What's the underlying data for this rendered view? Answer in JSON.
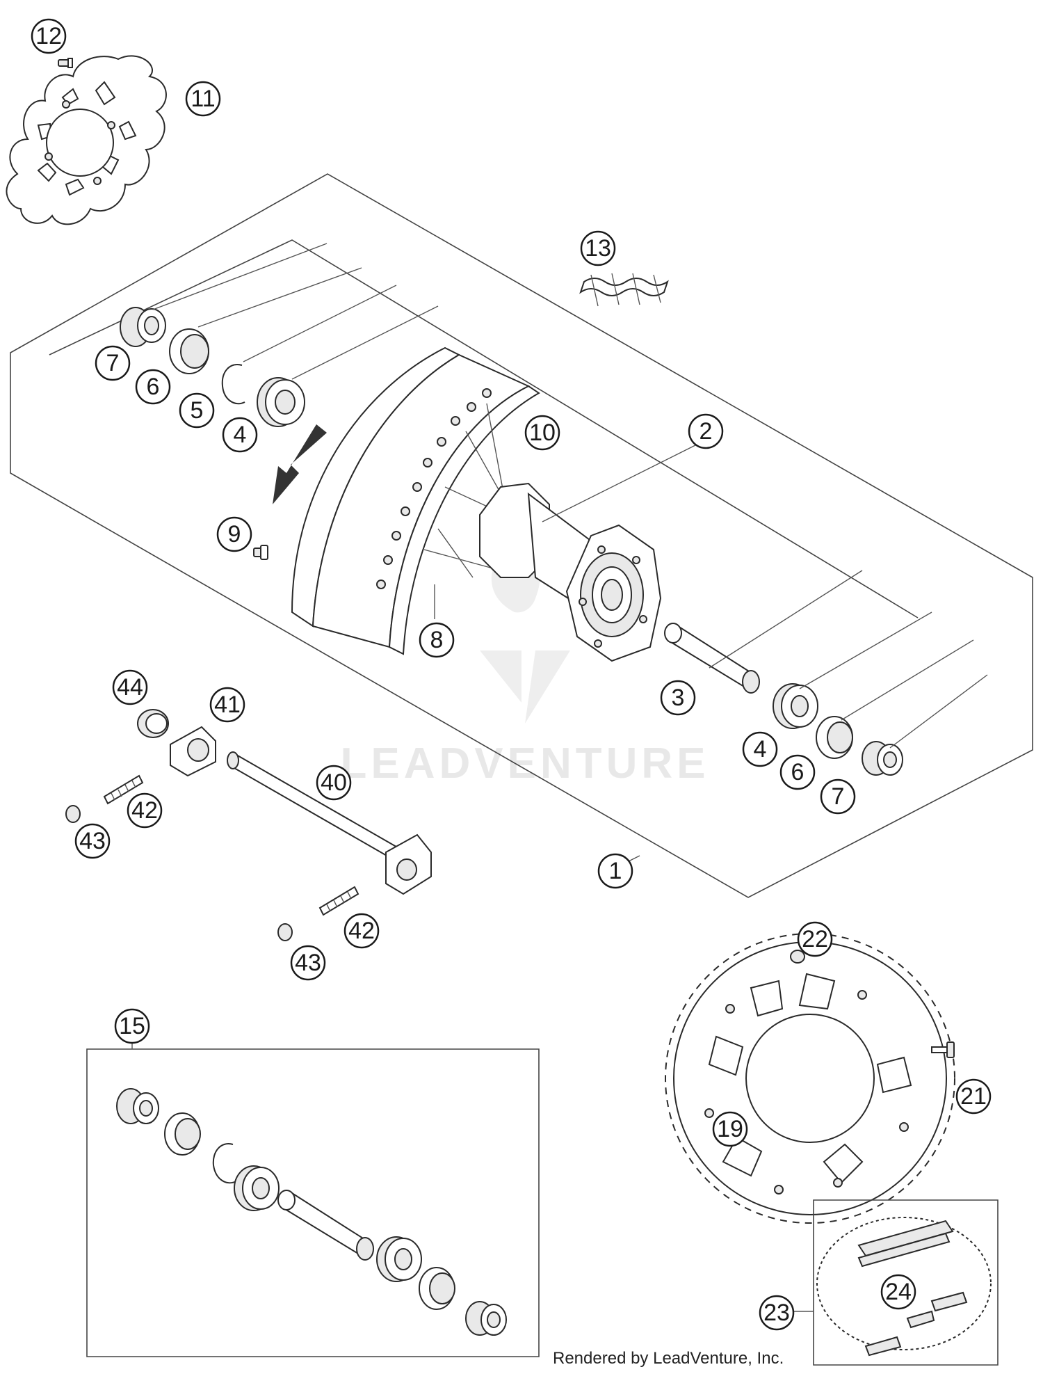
{
  "diagram": {
    "callouts": [
      {
        "id": "c12",
        "label": "12"
      },
      {
        "id": "c11",
        "label": "11"
      },
      {
        "id": "c13",
        "label": "13"
      },
      {
        "id": "c7a",
        "label": "7"
      },
      {
        "id": "c6a",
        "label": "6"
      },
      {
        "id": "c5",
        "label": "5"
      },
      {
        "id": "c4a",
        "label": "4"
      },
      {
        "id": "c10",
        "label": "10"
      },
      {
        "id": "c2",
        "label": "2"
      },
      {
        "id": "c9",
        "label": "9"
      },
      {
        "id": "c8",
        "label": "8"
      },
      {
        "id": "c44",
        "label": "44"
      },
      {
        "id": "c41",
        "label": "41"
      },
      {
        "id": "c3",
        "label": "3"
      },
      {
        "id": "c4b",
        "label": "4"
      },
      {
        "id": "c6b",
        "label": "6"
      },
      {
        "id": "c7b",
        "label": "7"
      },
      {
        "id": "c40",
        "label": "40"
      },
      {
        "id": "c42a",
        "label": "42"
      },
      {
        "id": "c43a",
        "label": "43"
      },
      {
        "id": "c1",
        "label": "1"
      },
      {
        "id": "c42b",
        "label": "42"
      },
      {
        "id": "c43b",
        "label": "43"
      },
      {
        "id": "c22",
        "label": "22"
      },
      {
        "id": "c15",
        "label": "15"
      },
      {
        "id": "c21",
        "label": "21"
      },
      {
        "id": "c19",
        "label": "19"
      },
      {
        "id": "c24",
        "label": "24"
      },
      {
        "id": "c23",
        "label": "23"
      }
    ]
  },
  "watermark": {
    "text": "LEADVENTURE"
  },
  "credit": {
    "text": "Rendered by LeadVenture, Inc."
  }
}
